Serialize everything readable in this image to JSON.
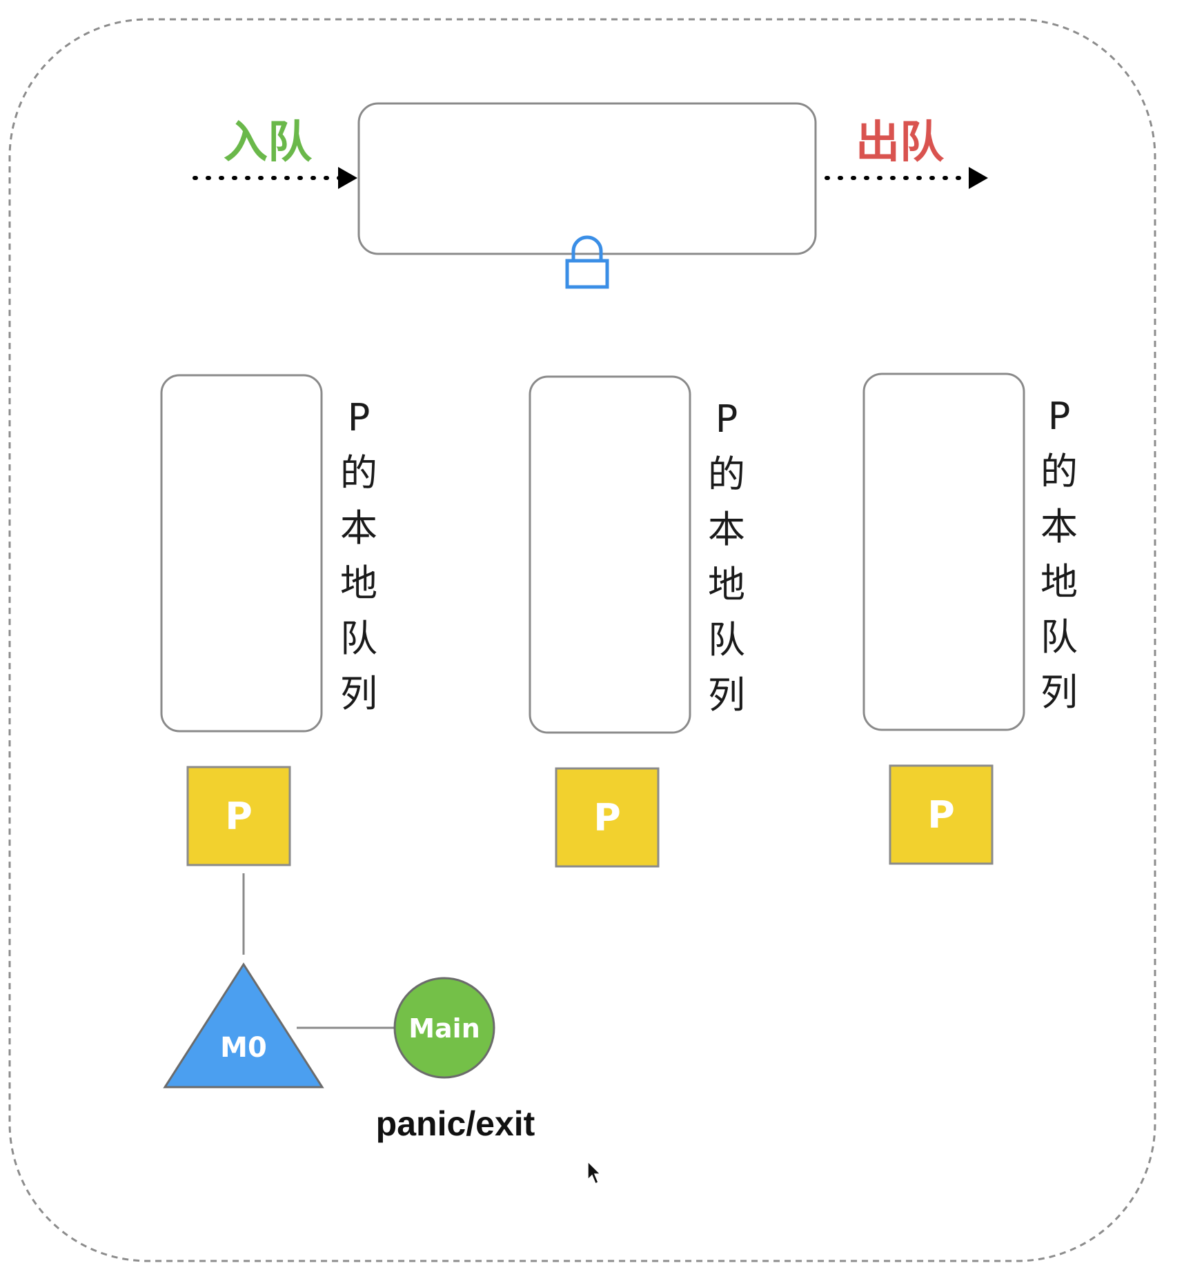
{
  "global_queue": {
    "enqueue_label": "入队",
    "dequeue_label": "出队",
    "colors": {
      "enqueue": "#6ab84a",
      "dequeue": "#d9534f",
      "lock": "#3a8ee6"
    },
    "lock_icon": "lock-icon"
  },
  "local_queues": [
    {
      "label": [
        "P",
        "的",
        "本",
        "地",
        "队",
        "列"
      ]
    },
    {
      "label": [
        "P",
        "的",
        "本",
        "地",
        "队",
        "列"
      ]
    },
    {
      "label": [
        "P",
        "的",
        "本",
        "地",
        "队",
        "列"
      ]
    }
  ],
  "processors": [
    {
      "label": "P"
    },
    {
      "label": "P"
    },
    {
      "label": "P"
    }
  ],
  "machine": {
    "label": "M0"
  },
  "goroutine": {
    "label": "Main"
  },
  "status_text": "panic/exit",
  "colors": {
    "processor_fill": "#f2d12e",
    "processor_stroke": "#8a8a8a",
    "machine_fill": "#4b9ff0",
    "goroutine_fill": "#74c048",
    "border": "#9a9a9a"
  }
}
